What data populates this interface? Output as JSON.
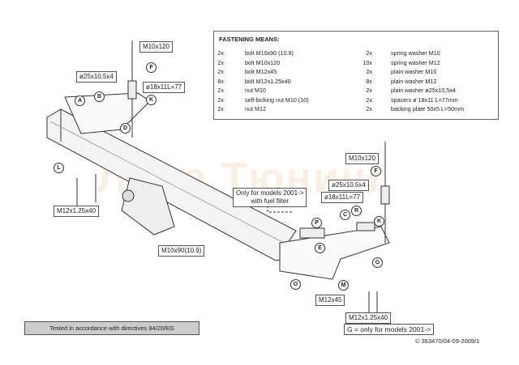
{
  "watermark": "Лада Тюнинг",
  "fastening": {
    "title": "FASTENING MEANS:",
    "left": [
      {
        "qty": "2x",
        "item": "bolt M10x90 (10.9)"
      },
      {
        "qty": "2x",
        "item": "bolt M10x120"
      },
      {
        "qty": "2x",
        "item": "bolt M12x45"
      },
      {
        "qty": "8x",
        "item": "bolt M12x1.25x40"
      },
      {
        "qty": "2x",
        "item": "nut M10"
      },
      {
        "qty": "2x",
        "item": "self-locking nut M10 (10)"
      },
      {
        "qty": "2x",
        "item": "nut M12"
      }
    ],
    "right": [
      {
        "qty": "2x",
        "item": "spring washer M10"
      },
      {
        "qty": "10x",
        "item": "spring washer M12"
      },
      {
        "qty": "2x",
        "item": "plain washer M10"
      },
      {
        "qty": "8x",
        "item": "plain washer M12"
      },
      {
        "qty": "2x",
        "item": "plain washer ø25x10,5x4"
      },
      {
        "qty": "2x",
        "item": "spacers ø 18x11 L=77mm"
      },
      {
        "qty": "2x",
        "item": "backing plate 50x5 L=50mm"
      }
    ]
  },
  "labels": {
    "m10x120_left": "M10x120",
    "washer_left": "ø25x10.5x4",
    "spacer_left": "ø18x11L=77",
    "m12_left": "M12x1.25x40",
    "m10x90": "M10x90(10.9)",
    "m10x120_right": "M10x120",
    "washer_right": "ø25x10.5x4",
    "spacer_right": "ø18x11L=77",
    "only_models": "Only for  models 2001->",
    "fuel_filter": "with fuel filter",
    "m12x45": "M12x45",
    "m12_right": "M12x1.25x40",
    "g_note": "G = only for models 2001->"
  },
  "callouts": {
    "A": "A",
    "B": "B",
    "K": "K",
    "D": "D",
    "F": "F",
    "L": "L",
    "P": "P",
    "C": "C",
    "R": "R",
    "E": "E",
    "G": "G",
    "O": "O",
    "M": "M"
  },
  "tested": "Tested in accordance with directives 94/20/EG",
  "copyright": "© 353470/04-09-2009/1"
}
